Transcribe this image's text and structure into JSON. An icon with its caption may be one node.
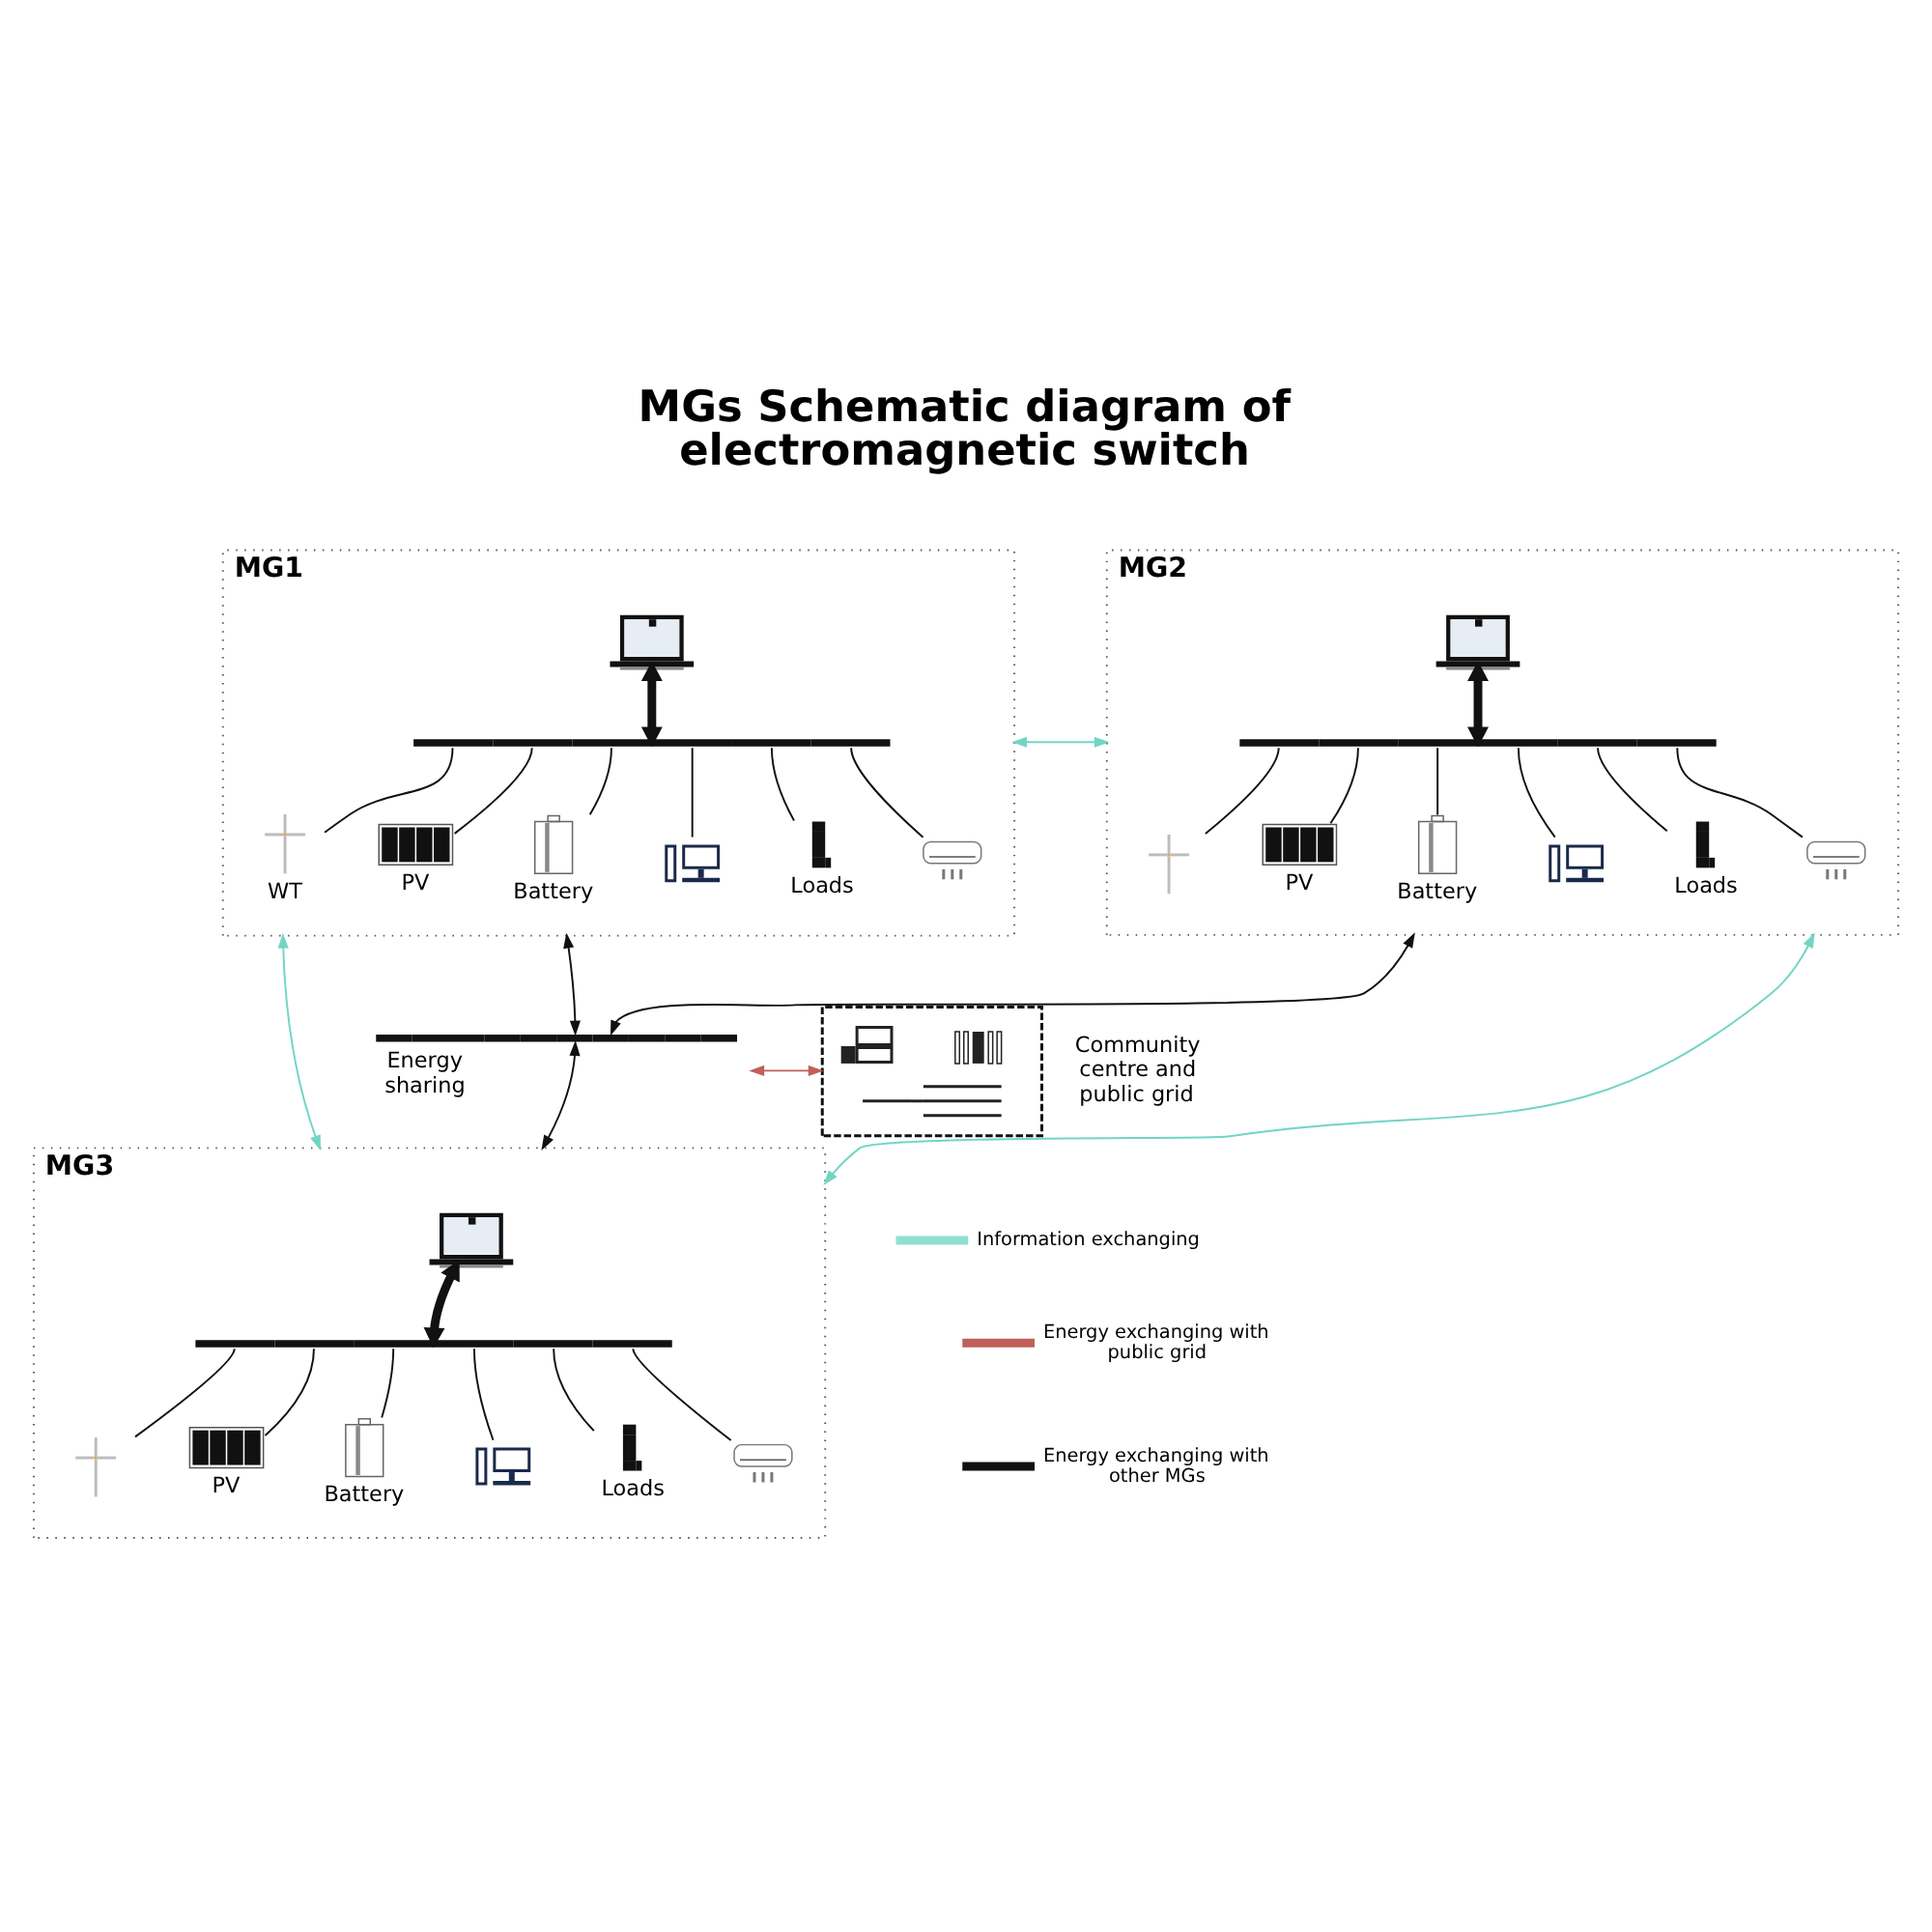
{
  "diagram": {
    "title": "MGs Schematic diagram of electromagnetic switch",
    "nodes": [
      {
        "text": [
          "MG1"
        ]
      },
      {
        "text": [],
        "shape": "picture",
        "in": 0
      },
      {
        "text": [],
        "shape": "bar",
        "in": 0
      },
      {
        "text": [],
        "shape": "picture",
        "in": 0,
        "beside": [
          "WT"
        ]
      },
      {
        "text": [],
        "shape": "picture",
        "in": 0,
        "beside": [
          "PV"
        ]
      },
      {
        "text": [],
        "shape": "picture",
        "in": 0,
        "beside": [
          "Battery"
        ]
      },
      {
        "text": [],
        "shape": "picture",
        "in": 0
      },
      {
        "text": [],
        "shape": "picture",
        "in": 0,
        "beside": [
          "Loads"
        ]
      },
      {
        "text": [],
        "shape": "picture",
        "in": 0
      },
      {
        "text": [
          "MG2"
        ]
      },
      {
        "text": [],
        "shape": "picture",
        "in": 9
      },
      {
        "text": [],
        "shape": "bar",
        "in": 9
      },
      {
        "text": [],
        "shape": "picture",
        "in": 9
      },
      {
        "text": [],
        "shape": "picture",
        "in": 9,
        "beside": [
          "PV"
        ]
      },
      {
        "text": [],
        "shape": "picture",
        "in": 9,
        "beside": [
          "Battery"
        ]
      },
      {
        "text": [],
        "shape": "picture",
        "in": 9
      },
      {
        "text": [],
        "shape": "picture",
        "in": 9,
        "beside": [
          "Loads"
        ]
      },
      {
        "text": [],
        "shape": "picture",
        "in": 9
      },
      {
        "text": [],
        "shape": "bar",
        "beside": [
          "Energy sharing"
        ]
      },
      {
        "text": [],
        "shape": "box",
        "beside": [
          "Community centre and public grid"
        ]
      },
      {
        "text": [
          "MG3"
        ]
      },
      {
        "text": [],
        "shape": "picture",
        "in": 20
      },
      {
        "text": [],
        "shape": "bar",
        "in": 20
      },
      {
        "text": [],
        "shape": "picture",
        "in": 20
      },
      {
        "text": [],
        "shape": "picture",
        "in": 20,
        "beside": [
          "PV"
        ]
      },
      {
        "text": [],
        "shape": "picture",
        "in": 20,
        "beside": [
          "Battery"
        ]
      },
      {
        "text": [],
        "shape": "picture",
        "in": 20
      },
      {
        "text": [],
        "shape": "picture",
        "in": 20,
        "beside": [
          "Loads"
        ]
      },
      {
        "text": [],
        "shape": "picture",
        "in": 20
      }
    ],
    "edges": [
      {
        "from": 1,
        "to": 2,
        "arrow": "both",
        "style": "thick"
      },
      {
        "from": 2,
        "to": 3,
        "arrow": "none"
      },
      {
        "from": 2,
        "to": 4,
        "arrow": "none"
      },
      {
        "from": 2,
        "to": 5,
        "arrow": "none"
      },
      {
        "from": 2,
        "to": 6,
        "arrow": "none"
      },
      {
        "from": 2,
        "to": 7,
        "arrow": "none"
      },
      {
        "from": 2,
        "to": 8,
        "arrow": "none"
      },
      {
        "from": 10,
        "to": 11,
        "arrow": "both",
        "style": "thick"
      },
      {
        "from": 11,
        "to": 12,
        "arrow": "none"
      },
      {
        "from": 11,
        "to": 13,
        "arrow": "none"
      },
      {
        "from": 11,
        "to": 14,
        "arrow": "none"
      },
      {
        "from": 11,
        "to": 15,
        "arrow": "none"
      },
      {
        "from": 11,
        "to": 16,
        "arrow": "none"
      },
      {
        "from": 11,
        "to": 17,
        "arrow": "none"
      },
      {
        "from": 21,
        "to": 22,
        "arrow": "both",
        "style": "thick"
      },
      {
        "from": 22,
        "to": 23,
        "arrow": "none"
      },
      {
        "from": 22,
        "to": 24,
        "arrow": "none"
      },
      {
        "from": 22,
        "to": 25,
        "arrow": "none"
      },
      {
        "from": 22,
        "to": 26,
        "arrow": "none"
      },
      {
        "from": 22,
        "to": 27,
        "arrow": "none"
      },
      {
        "from": 22,
        "to": 28,
        "arrow": "none"
      },
      {
        "from": 0,
        "to": 9,
        "arrow": "both",
        "color": "#72d5c4"
      },
      {
        "from": 0,
        "to": 20,
        "arrow": "both",
        "color": "#72d5c4"
      },
      {
        "from": 9,
        "to": 20,
        "arrow": "both",
        "color": "#72d5c4"
      },
      {
        "from": 0,
        "to": 18,
        "arrow": "both"
      },
      {
        "from": 9,
        "to": 18,
        "arrow": "both"
      },
      {
        "from": 18,
        "to": 20,
        "arrow": "both"
      },
      {
        "from": 18,
        "to": 19,
        "arrow": "both",
        "color": "#c0605a"
      }
    ],
    "legend": [
      {
        "text": "Information exchanging"
      },
      {
        "text": "Energy exchanging with public grid"
      },
      {
        "text": "Energy exchanging with other MGs"
      }
    ]
  }
}
